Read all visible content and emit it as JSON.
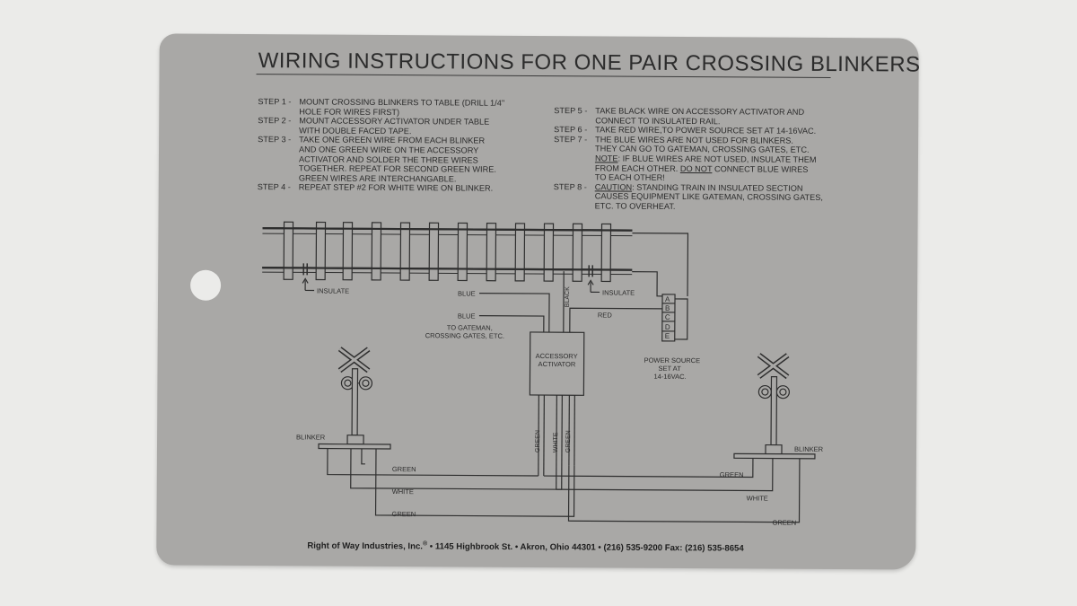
{
  "title": "WIRING INSTRUCTIONS FOR ONE PAIR CROSSING BLINKERS",
  "steps_left": [
    {
      "num": "STEP 1 -",
      "lines": [
        "MOUNT CROSSING BLINKERS TO TABLE (DRILL 1/4\"",
        "HOLE FOR WIRES FIRST)"
      ]
    },
    {
      "num": "STEP 2 -",
      "lines": [
        "MOUNT ACCESSORY ACTIVATOR UNDER TABLE",
        "WITH DOUBLE FACED TAPE."
      ]
    },
    {
      "num": "STEP 3 -",
      "lines": [
        "TAKE ONE GREEN WIRE FROM EACH BLINKER",
        "AND ONE GREEN WIRE ON THE ACCESSORY",
        "ACTIVATOR AND SOLDER THE THREE WIRES",
        "TOGETHER.  REPEAT FOR SECOND GREEN WIRE.",
        "GREEN WIRES ARE INTERCHANGABLE."
      ]
    },
    {
      "num": "STEP 4 -",
      "lines": [
        "REPEAT STEP #2 FOR WHITE WIRE ON BLINKER."
      ]
    }
  ],
  "steps_right": [
    {
      "num": "STEP 5 -",
      "lines": [
        "TAKE BLACK WIRE ON ACCESSORY ACTIVATOR AND",
        "CONNECT TO INSULATED RAIL."
      ]
    },
    {
      "num": "STEP 6 -",
      "lines": [
        "TAKE RED WIRE,TO POWER SOURCE SET AT 14-16VAC."
      ]
    },
    {
      "num": "STEP 7 -",
      "lines": [
        "THE BLUE WIRES ARE NOT USED FOR BLINKERS.",
        "THEY CAN GO TO GATEMAN, CROSSING GATES, ETC."
      ]
    },
    {
      "num": "",
      "note_label": "NOTE",
      "lines": [
        ": IF BLUE WIRES ARE NOT USED, INSULATE THEM",
        "FROM EACH OTHER.  ",
        "TO EACH OTHER!"
      ],
      "do_not": "DO NOT",
      "connect_rest": " CONNECT BLUE WIRES"
    },
    {
      "num": "STEP 8 -",
      "caution_label": "CAUTION",
      "lines": [
        ": STANDING TRAIN IN INSULATED SECTION",
        "CAUSES EQUIPMENT LIKE GATEMAN, CROSSING GATES,",
        "ETC.  TO OVERHEAT."
      ]
    }
  ],
  "diagram_labels": {
    "insulate_left": "INSULATE",
    "insulate_right": "INSULATE",
    "blue_1": "BLUE",
    "blue_2": "BLUE",
    "black": "BLACK",
    "red": "RED",
    "to_gateman_1": "TO GATEMAN,",
    "to_gateman_2": "CROSSING GATES, ETC.",
    "activator_1": "ACCESSORY",
    "activator_2": "ACTIVATOR",
    "terminal_letters": [
      "A",
      "B",
      "C",
      "D",
      "E"
    ],
    "power_1": "POWER SOURCE",
    "power_2": "SET AT",
    "power_3": "14-16VAC.",
    "blinker_left": "BLINKER",
    "blinker_right": "BLINKER",
    "vert_green_1": "GREEN",
    "vert_white": "WHITE",
    "vert_green_2": "GREEN",
    "wire_green_top_left": "GREEN",
    "wire_green_top_right": "GREEN",
    "wire_white_left": "WHITE",
    "wire_white_right": "WHITE",
    "wire_green_bottom_left": "GREEN",
    "wire_green_bottom_right": "GREEN"
  },
  "footer": {
    "company": "Right of Way Industries, Inc.",
    "reg": "®",
    "address": " • 1145 Highbrook St.  • Akron, Ohio 44301  • (216) 535-9200 Fax: (216) 535-8654"
  },
  "colors": {
    "card": "#a9a8a6",
    "background": "#ebebe9",
    "ink": "#2a2a2a"
  }
}
